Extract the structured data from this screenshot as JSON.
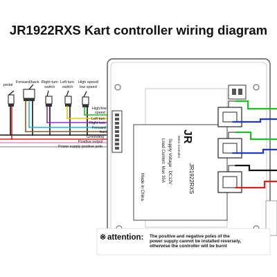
{
  "title": "JR1922RXS Kart controller wiring diagram",
  "colors": {
    "black": "#111111",
    "red": "#e0201b",
    "green": "#17c21e",
    "blue": "#1f35d8",
    "yellow": "#f2c400",
    "cyan": "#1fb8d8",
    "purple": "#8a2be2",
    "grey": "#a6a6a6",
    "pink": "#f08fc8",
    "brown": "#8b5a2b"
  },
  "switches": {
    "pedal": "pedal",
    "forward_back": "Forward/back",
    "right_turn": [
      "Right turn",
      "switch"
    ],
    "left_turn": [
      "Left turn",
      "switch"
    ],
    "high_low": [
      "High speed/",
      "low speed"
    ]
  },
  "wire_labels": {
    "high_low_speed": [
      "High/low",
      "speed"
    ],
    "left_turn": "Left turn",
    "right_turn": "Right turn",
    "forward": "Forward",
    "back": "back",
    "grounding": "Grounding",
    "positive_output": "Positive output",
    "power_supply_positive": "Power supply positive pole"
  },
  "controller": {
    "logo": "JR",
    "brand_sub": "Motor Controller",
    "model": "JR1922RXS",
    "supply_voltage": "Supply Voltage : DC12V",
    "load_current": "Load Current: Max 35A",
    "origin": "Made in China"
  },
  "attention": {
    "symbol": "※",
    "label": "attention:",
    "text": [
      "The positive and negative poles of the",
      "power supply cannot be installed reversely,",
      "otherwise the controller will be burnt"
    ]
  }
}
